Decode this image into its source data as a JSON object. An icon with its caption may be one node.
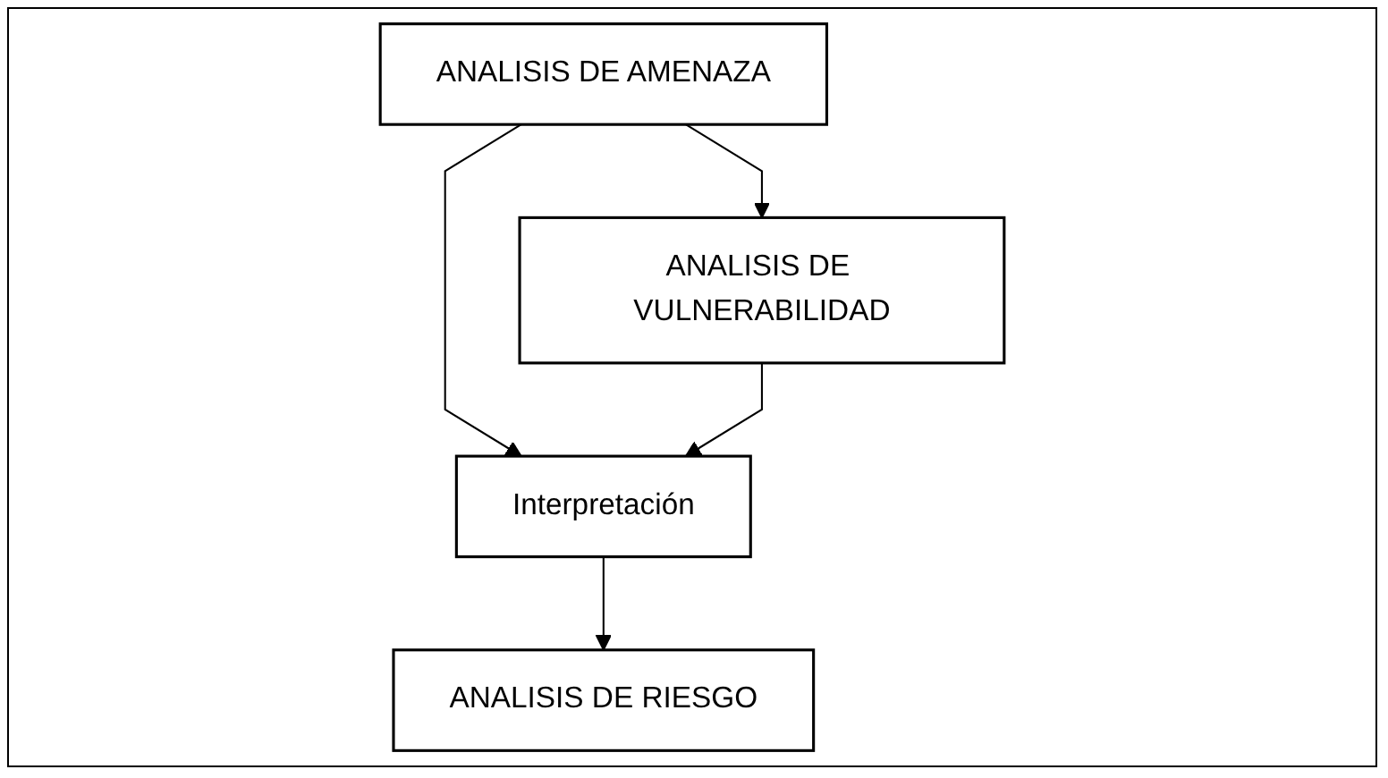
{
  "diagram": {
    "nodes": [
      {
        "text": [
          "ANALISIS DE AMENAZA"
        ]
      },
      {
        "text": [
          "ANALISIS DE VULNERABILIDAD"
        ]
      },
      {
        "text": [
          "Interpretación"
        ]
      },
      {
        "text": [
          "ANALISIS DE RIESGO"
        ]
      }
    ],
    "edges": [
      {
        "from": 0,
        "to": 1,
        "arrow": "to"
      },
      {
        "from": 0,
        "to": 2,
        "arrow": "to"
      },
      {
        "from": 1,
        "to": 2,
        "arrow": "to"
      },
      {
        "from": 2,
        "to": 3,
        "arrow": "to"
      }
    ]
  }
}
